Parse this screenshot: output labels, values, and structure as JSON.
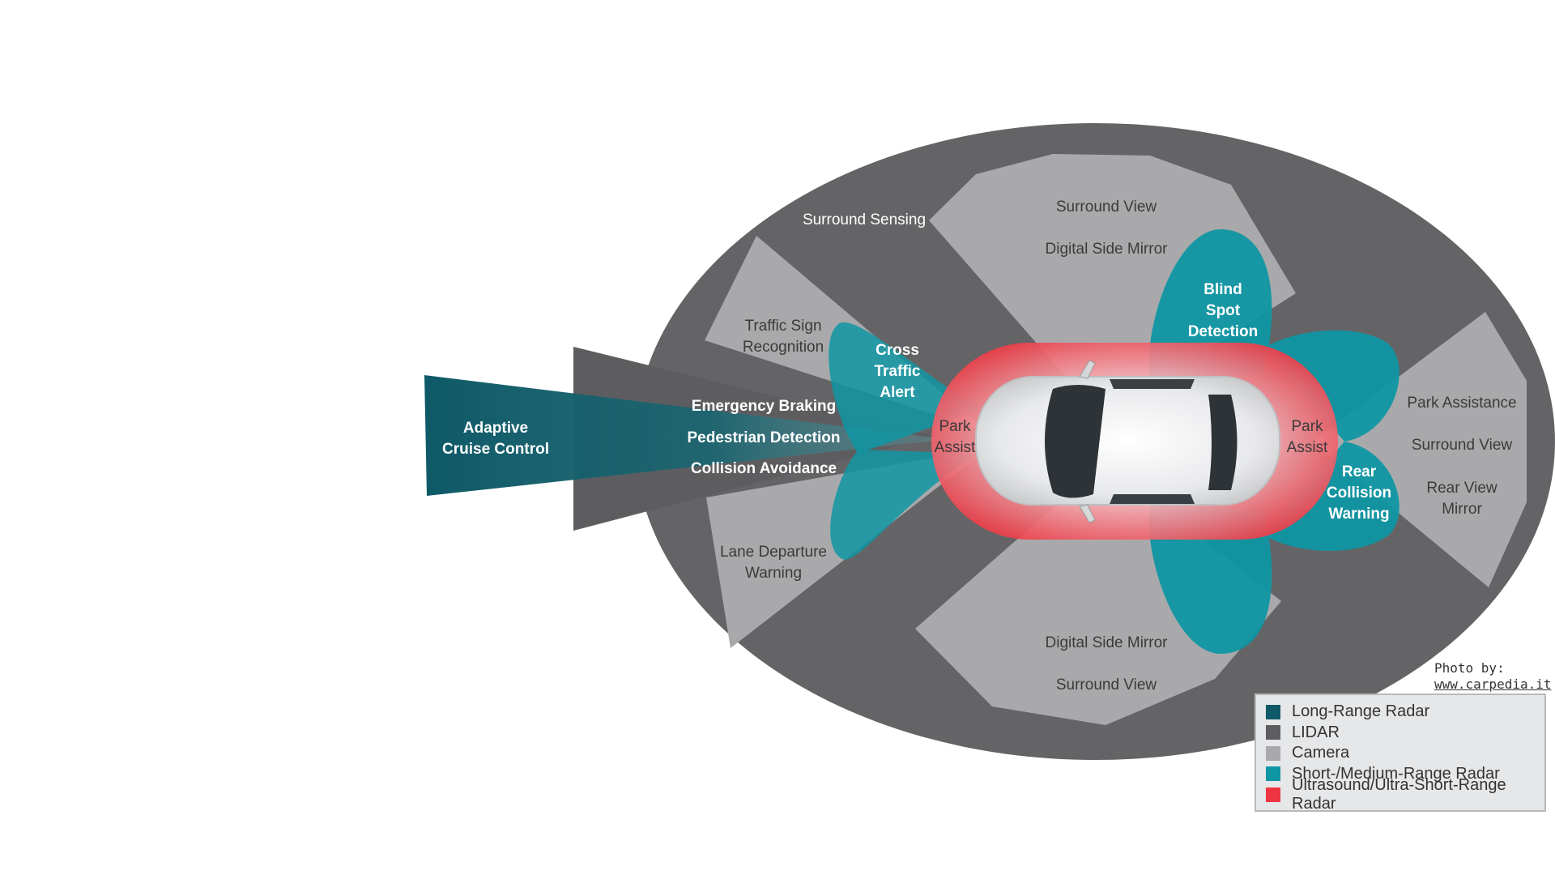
{
  "colors": {
    "long_range_radar": "#0f5a68",
    "lidar": "#646466",
    "camera": "#a9a9ab",
    "short_medium_radar": "#0f96a3",
    "ultrasound": "#ee3440"
  },
  "labels": {
    "surround_sensing": "Surround Sensing",
    "top_surround_view": "Surround View",
    "top_digital_side_mirror": "Digital Side Mirror",
    "traffic_sign_1": "Traffic Sign",
    "traffic_sign_2": "Recognition",
    "cross_traffic_1": "Cross",
    "cross_traffic_2": "Traffic",
    "cross_traffic_3": "Alert",
    "blind_spot_1": "Blind",
    "blind_spot_2": "Spot",
    "blind_spot_3": "Detection",
    "acc_1": "Adaptive",
    "acc_2": "Cruise Control",
    "emergency_braking": "Emergency Braking",
    "pedestrian_detection": "Pedestrian Detection",
    "collision_avoidance": "Collision Avoidance",
    "park_assist_front_1": "Park",
    "park_assist_front_2": "Assist",
    "park_assist_rear_1": "Park",
    "park_assist_rear_2": "Assist",
    "rear_collision_1": "Rear",
    "rear_collision_2": "Collision",
    "rear_collision_3": "Warning",
    "park_assistance": "Park Assistance",
    "right_surround_view": "Surround View",
    "rear_view_1": "Rear View",
    "rear_view_2": "Mirror",
    "lane_departure_1": "Lane Departure",
    "lane_departure_2": "Warning",
    "bottom_digital_side_mirror": "Digital Side Mirror",
    "bottom_surround_view": "Surround View"
  },
  "credit": {
    "prefix": "Photo by:",
    "link": "www.carpedia.it"
  },
  "legend": {
    "items": [
      {
        "label": "Long-Range Radar",
        "color": "#0f5a68"
      },
      {
        "label": "LIDAR",
        "color": "#5d5d5f"
      },
      {
        "label": "Camera",
        "color": "#a9a9ab"
      },
      {
        "label": "Short-/Medium-Range Radar",
        "color": "#0f96a3"
      },
      {
        "label": "Ultrasound/Ultra-Short-Range Radar",
        "color": "#ee3440"
      }
    ]
  }
}
